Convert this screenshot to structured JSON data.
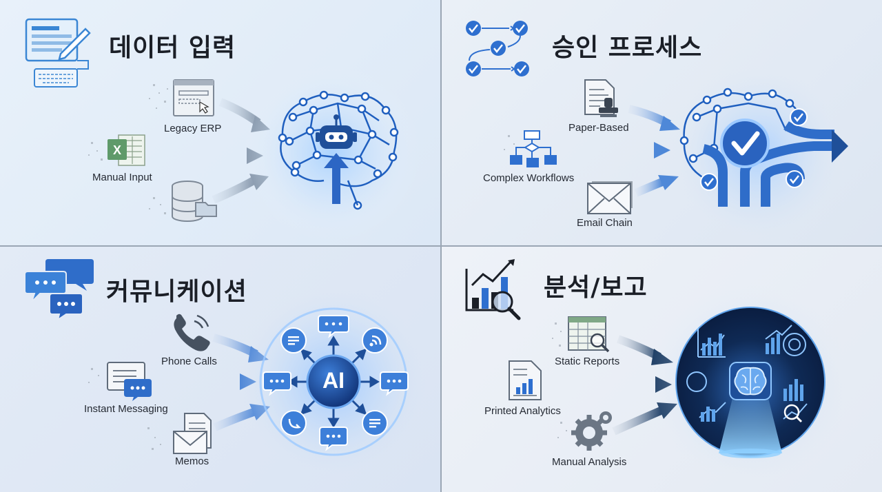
{
  "panels": {
    "data_entry": {
      "title": "데이터 입력",
      "sources": [
        "Legacy ERP",
        "Manual Input",
        ""
      ]
    },
    "approval": {
      "title": "승인 프로세스",
      "sources": [
        "Paper-Based",
        "Complex Workflows",
        "Email Chain"
      ]
    },
    "communication": {
      "title": "커뮤니케이션",
      "sources": [
        "Phone Calls",
        "Instant Messaging",
        "Memos"
      ],
      "hub_label": "AI"
    },
    "analytics": {
      "title": "분석/보고",
      "sources": [
        "Static Reports",
        "Printed Analytics",
        "Manual Analysis"
      ]
    }
  },
  "colors": {
    "accent": "#3d7fd9",
    "accent_dark": "#1f4f99",
    "glow": "#9cc9ff",
    "navy": "#0f2a55"
  },
  "icons": {
    "data_entry": [
      "form-pen-icon",
      "keyboard-icon",
      "erp-window-icon",
      "excel-icon",
      "database-icon",
      "robot-brain-icon"
    ],
    "approval": [
      "checklist-flow-icon",
      "document-stamp-icon",
      "flowchart-icon",
      "envelope-icon",
      "approval-brain-icon"
    ],
    "communication": [
      "chat-bubbles-icon",
      "phone-icon",
      "messaging-icon",
      "memo-envelope-icon",
      "ai-hub-icon"
    ],
    "analytics": [
      "chart-magnifier-icon",
      "spreadsheet-icon",
      "printed-chart-icon",
      "gears-icon",
      "analytics-globe-icon"
    ]
  }
}
